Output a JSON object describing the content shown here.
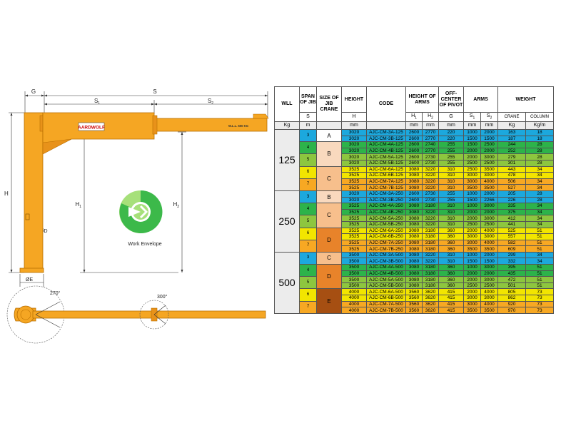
{
  "drawing": {
    "dim_labels": {
      "G": "G",
      "S": "S",
      "S1": "S",
      "S1_sub": "1",
      "S2": "S",
      "S2_sub": "2",
      "H": "H",
      "H1": "H",
      "H1_sub": "1",
      "H2": "H",
      "H2_sub": "2",
      "D": "ØD",
      "E": "ØE"
    },
    "brand": "AARDWOLF",
    "wll_plate": "W.L.L. 500 KG",
    "work_envelope_label": "Work Envelope",
    "angle_left": "270°",
    "angle_right": "300°",
    "colors": {
      "crane": "#F5A623",
      "crane_edge": "#B86E00",
      "envelope": "#3CB94A",
      "envelope_light": "#A6E07A"
    }
  },
  "table": {
    "headers": {
      "wll": "WLL",
      "span": "SPAN OF JIB",
      "size": "SIZE OF JIB CRANE",
      "height": "HEIGHT",
      "code": "CODE",
      "height_arms": "HEIGHT OF ARMS",
      "offcenter": "OFF-CENTER OF PIVOT",
      "arms": "ARMS",
      "weight": "WEIGHT"
    },
    "subheaders": {
      "span": "S",
      "height": "H",
      "h1": "H",
      "h1_sub": "1",
      "h2": "H",
      "h2_sub": "2",
      "offcenter": "G",
      "s1": "S",
      "s1_sub": "1",
      "s2": "S",
      "s2_sub": "2",
      "crane": "CRANE",
      "column": "COLUMN"
    },
    "units": {
      "wll": "Kg",
      "span": "m",
      "height": "mm",
      "h1": "mm",
      "h2": "mm",
      "g": "mm",
      "s1": "mm",
      "s2": "mm",
      "crane": "Kg",
      "column": "Kg/m"
    },
    "span_colors": {
      "3": "#1CA8DD",
      "4": "#2DB34A",
      "5": "#8DC63F",
      "6": "#F2E500",
      "7": "#F7A823"
    },
    "size_colors": {
      "A": "#FFFFFF",
      "B": "#F9D9BE",
      "C": "#F7BF8C",
      "D": "#E8832A",
      "E": "#A64F12"
    },
    "groups": [
      {
        "wll": "125",
        "spans": [
          [
            "3",
            2
          ],
          [
            "4",
            2
          ],
          [
            "5",
            2
          ],
          [
            "6",
            2
          ],
          [
            "7",
            2
          ]
        ],
        "sizes": [
          [
            "A",
            2
          ],
          [
            "B",
            4
          ],
          [
            "C",
            4
          ]
        ],
        "rows": [
          [
            "3020",
            "AJC-CM-3A-125",
            "2600",
            "2770",
            "220",
            "1000",
            "2000",
            "163",
            "18"
          ],
          [
            "3020",
            "AJC-CM-3B-125",
            "2600",
            "2770",
            "220",
            "1500",
            "1500",
            "187",
            "18"
          ],
          [
            "3020",
            "AJC-CM-4A-125",
            "2600",
            "2740",
            "255",
            "1500",
            "2500",
            "244",
            "28"
          ],
          [
            "3020",
            "AJC-CM-4B-125",
            "2600",
            "2770",
            "255",
            "2000",
            "2000",
            "252",
            "28"
          ],
          [
            "3020",
            "AJC-CM-5A-125",
            "2600",
            "2730",
            "255",
            "2000",
            "3000",
            "279",
            "28"
          ],
          [
            "3020",
            "AJC-CM-5B-125",
            "2600",
            "2730",
            "255",
            "2500",
            "2500",
            "301",
            "28"
          ],
          [
            "3525",
            "AJC-CM-6A-125",
            "3080",
            "3220",
            "310",
            "2500",
            "3500",
            "443",
            "34"
          ],
          [
            "3525",
            "AJC-CM-6B-125",
            "3080",
            "3220",
            "310",
            "3000",
            "3000",
            "478",
            "34"
          ],
          [
            "3525",
            "AJC-CM-7A-125",
            "3080",
            "3220",
            "310",
            "3000",
            "4000",
            "506",
            "34"
          ],
          [
            "3525",
            "AJC-CM-7B-125",
            "3080",
            "3220",
            "310",
            "3500",
            "3500",
            "527",
            "34"
          ]
        ]
      },
      {
        "wll": "250",
        "spans": [
          [
            "3",
            2
          ],
          [
            "4",
            2
          ],
          [
            "5",
            2
          ],
          [
            "6",
            2
          ],
          [
            "7",
            2
          ]
        ],
        "sizes": [
          [
            "B",
            2
          ],
          [
            "C",
            4
          ],
          [
            "D",
            4
          ]
        ],
        "rows": [
          [
            "3020",
            "AJC-CM-3A-250",
            "2600",
            "2730",
            "255",
            "1000",
            "2000",
            "205",
            "28"
          ],
          [
            "3020",
            "AJC-CM-3B-250",
            "2600",
            "2730",
            "255",
            "1500",
            "2266",
            "226",
            "28"
          ],
          [
            "3525",
            "AJC-CM-4A-250",
            "3080",
            "3180",
            "310",
            "1000",
            "3000",
            "335",
            "34"
          ],
          [
            "3525",
            "AJC-CM-4B-250",
            "3080",
            "3220",
            "310",
            "2000",
            "2000",
            "375",
            "34"
          ],
          [
            "3525",
            "AJC-CM-5A-250",
            "3080",
            "3220",
            "310",
            "2000",
            "3000",
            "412",
            "34"
          ],
          [
            "3525",
            "AJC-CM-5B-250",
            "3080",
            "3220",
            "310",
            "2500",
            "2500",
            "441",
            "34"
          ],
          [
            "3525",
            "AJC-CM-6A-250",
            "3080",
            "3180",
            "360",
            "2000",
            "4000",
            "525",
            "51"
          ],
          [
            "3525",
            "AJC-CM-6B-250",
            "3080",
            "3180",
            "360",
            "3000",
            "3000",
            "557",
            "51"
          ],
          [
            "3525",
            "AJC-CM-7A-250",
            "3080",
            "3180",
            "360",
            "3000",
            "4000",
            "582",
            "51"
          ],
          [
            "3525",
            "AJC-CM-7B-250",
            "3080",
            "3180",
            "360",
            "3500",
            "3500",
            "609",
            "51"
          ]
        ]
      },
      {
        "wll": "500",
        "spans": [
          [
            "3",
            2
          ],
          [
            "4",
            2
          ],
          [
            "5",
            2
          ],
          [
            "6",
            2
          ],
          [
            "7",
            2
          ]
        ],
        "sizes": [
          [
            "C",
            2
          ],
          [
            "D",
            4
          ],
          [
            "E",
            4
          ]
        ],
        "rows": [
          [
            "3500",
            "AJC-CM-3A-500",
            "3080",
            "3220",
            "310",
            "1000",
            "2000",
            "299",
            "34"
          ],
          [
            "3500",
            "AJC-CM-3B-500",
            "3080",
            "3220",
            "310",
            "1500",
            "1500",
            "332",
            "34"
          ],
          [
            "3500",
            "AJC-CM-4A-500",
            "3080",
            "3180",
            "360",
            "1000",
            "3000",
            "395",
            "51"
          ],
          [
            "3500",
            "AJC-CM-4B-500",
            "3080",
            "3180",
            "360",
            "2000",
            "2000",
            "435",
            "51"
          ],
          [
            "3500",
            "AJC-CM-5A-500",
            "3080",
            "3180",
            "360",
            "2000",
            "3000",
            "472",
            "51"
          ],
          [
            "3500",
            "AJC-CM-5B-500",
            "3080",
            "3180",
            "360",
            "2500",
            "2500",
            "501",
            "51"
          ],
          [
            "4000",
            "AJC-CM-6A-500",
            "3560",
            "3620",
            "415",
            "2000",
            "4000",
            "805",
            "73"
          ],
          [
            "4000",
            "AJC-CM-6B-500",
            "3560",
            "3620",
            "415",
            "3000",
            "3000",
            "862",
            "73"
          ],
          [
            "4000",
            "AJC-CM-7A-500",
            "3560",
            "3620",
            "415",
            "3000",
            "4000",
            "920",
            "73"
          ],
          [
            "4000",
            "AJC-CM-7B-500",
            "3560",
            "3620",
            "415",
            "3500",
            "3500",
            "970",
            "73"
          ]
        ]
      }
    ]
  }
}
